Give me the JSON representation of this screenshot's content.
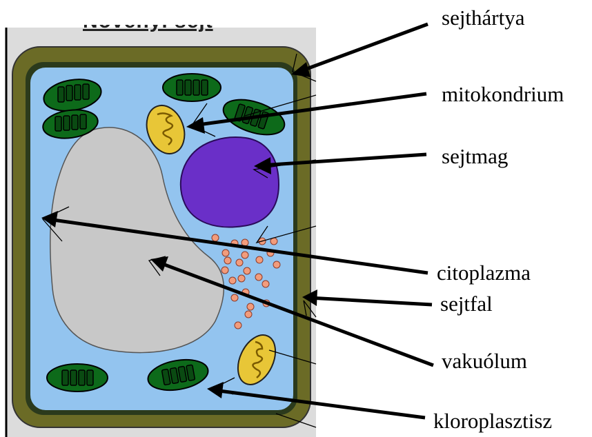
{
  "labels": {
    "sejthartya": "sejthártya",
    "mitokondrium": "mitokondrium",
    "sejtmag": "sejtmag",
    "citoplazma": "citoplazma",
    "sejtfal": "sejtfal",
    "vakuolum": "vakuólum",
    "kloroplasztisz": "kloroplasztisz"
  },
  "title_fragment": "Növényi sejt",
  "colors": {
    "cell_wall": "#6b6b26",
    "cell_membrane": "#2b3a1c",
    "cytoplasm": "#93c4ef",
    "vacuole": "#c8c8c8",
    "nucleus": "#6a2fc8",
    "mitochondrion": "#e8c637",
    "chloroplast": "#0d6a1a",
    "granules": "#f29c7c",
    "panel": "#dcdcdc"
  }
}
